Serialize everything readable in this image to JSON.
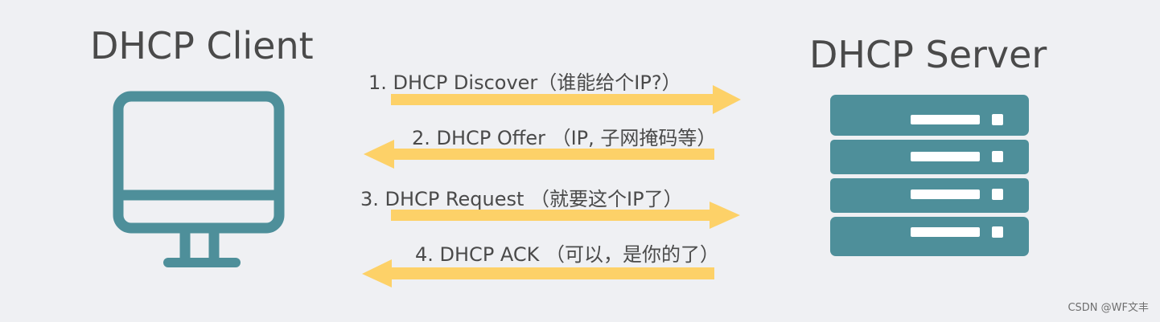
{
  "client": {
    "title": "DHCP Client",
    "icon": "monitor-icon"
  },
  "server": {
    "title": "DHCP Server",
    "icon": "server-rack-icon"
  },
  "messages": [
    {
      "label": "1. DHCP Discover（谁能给个IP?）",
      "direction": "client-to-server"
    },
    {
      "label": "2. DHCP Offer （IP, 子网掩码等）",
      "direction": "server-to-client"
    },
    {
      "label": "3. DHCP Request （就要这个IP了）",
      "direction": "client-to-server"
    },
    {
      "label": "4. DHCP ACK （可以，是你的了）",
      "direction": "server-to-client"
    }
  ],
  "colors": {
    "background": "#eff0f3",
    "icon": "#4e8f9a",
    "arrow": "#fdd168",
    "text": "#4a4a4a"
  },
  "watermark": "CSDN @WF文丰"
}
